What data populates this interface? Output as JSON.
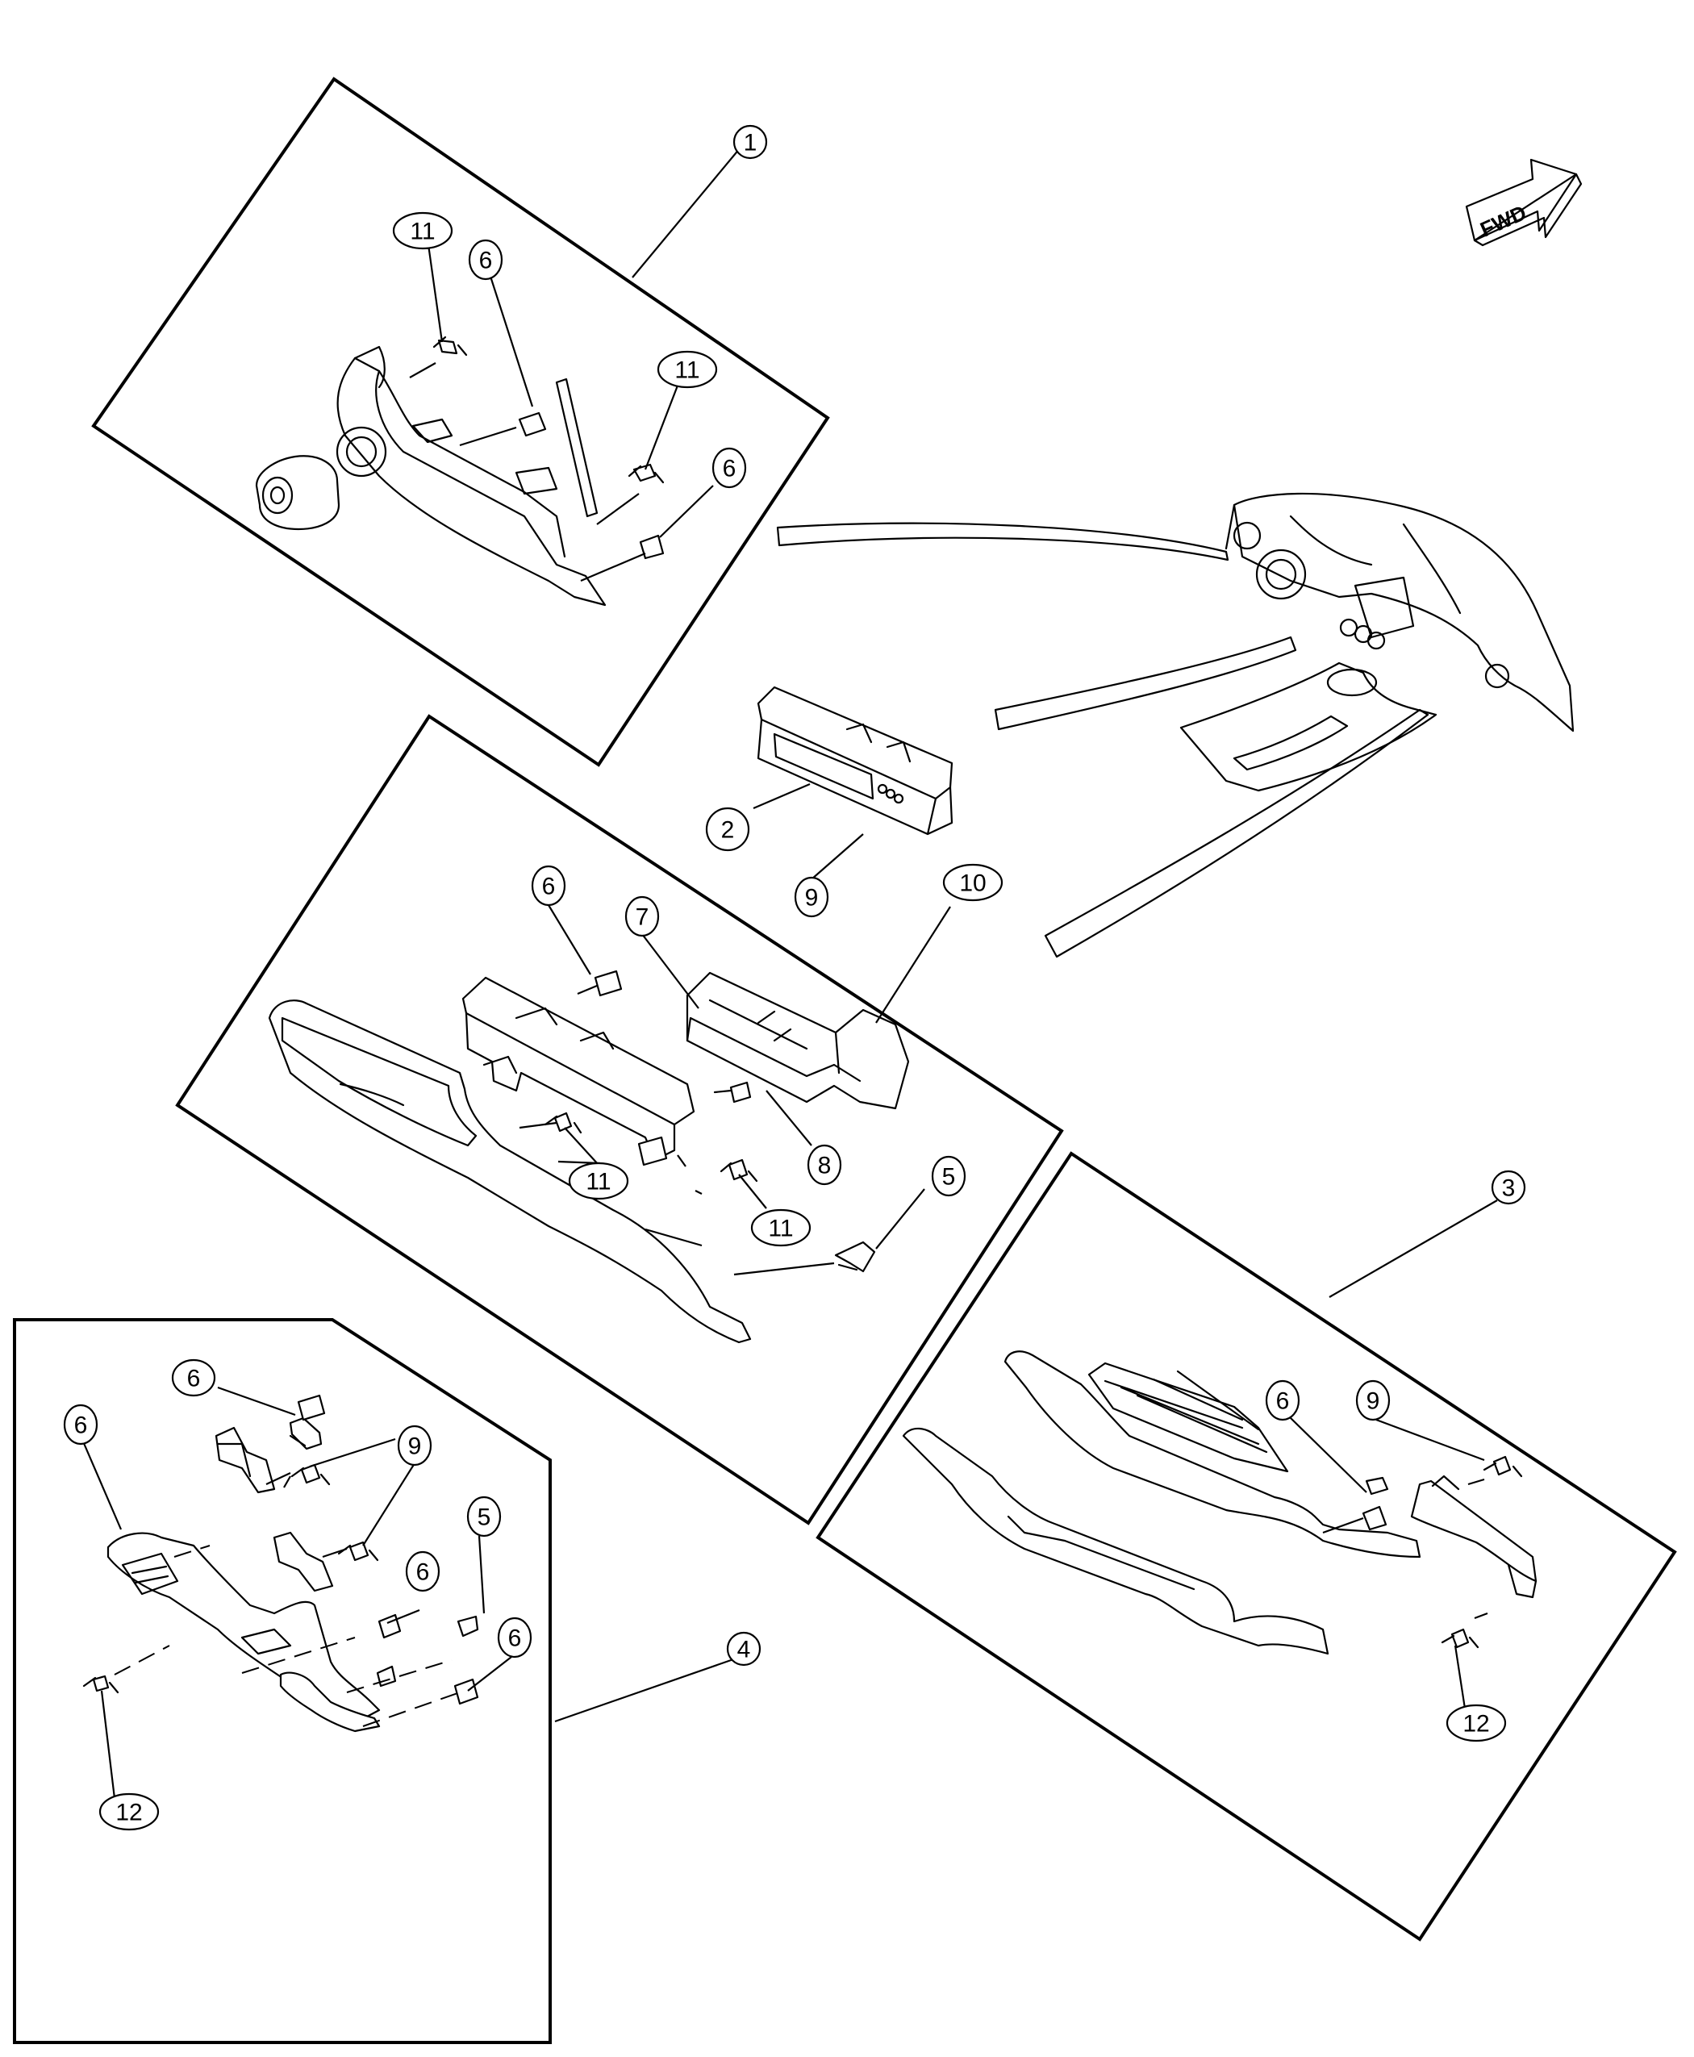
{
  "direction_indicator": {
    "label": "FWD"
  },
  "callouts": [
    {
      "id": "c1",
      "label": "1"
    },
    {
      "id": "c2",
      "label": "2"
    },
    {
      "id": "c3",
      "label": "3"
    },
    {
      "id": "c4",
      "label": "4"
    },
    {
      "id": "c5a",
      "label": "5"
    },
    {
      "id": "c5b",
      "label": "5"
    },
    {
      "id": "c6a",
      "label": "6"
    },
    {
      "id": "c6b",
      "label": "6"
    },
    {
      "id": "c6c",
      "label": "6"
    },
    {
      "id": "c6d",
      "label": "6"
    },
    {
      "id": "c6e",
      "label": "6"
    },
    {
      "id": "c6f",
      "label": "6"
    },
    {
      "id": "c6g",
      "label": "6"
    },
    {
      "id": "c6h",
      "label": "6"
    },
    {
      "id": "c7",
      "label": "7"
    },
    {
      "id": "c8",
      "label": "8"
    },
    {
      "id": "c9a",
      "label": "9"
    },
    {
      "id": "c9b",
      "label": "9"
    },
    {
      "id": "c9c",
      "label": "9"
    },
    {
      "id": "c10",
      "label": "10"
    },
    {
      "id": "c11a",
      "label": "11"
    },
    {
      "id": "c11b",
      "label": "11"
    },
    {
      "id": "c11c",
      "label": "11"
    },
    {
      "id": "c11d",
      "label": "11"
    },
    {
      "id": "c12a",
      "label": "12"
    },
    {
      "id": "c12b",
      "label": "12"
    }
  ]
}
